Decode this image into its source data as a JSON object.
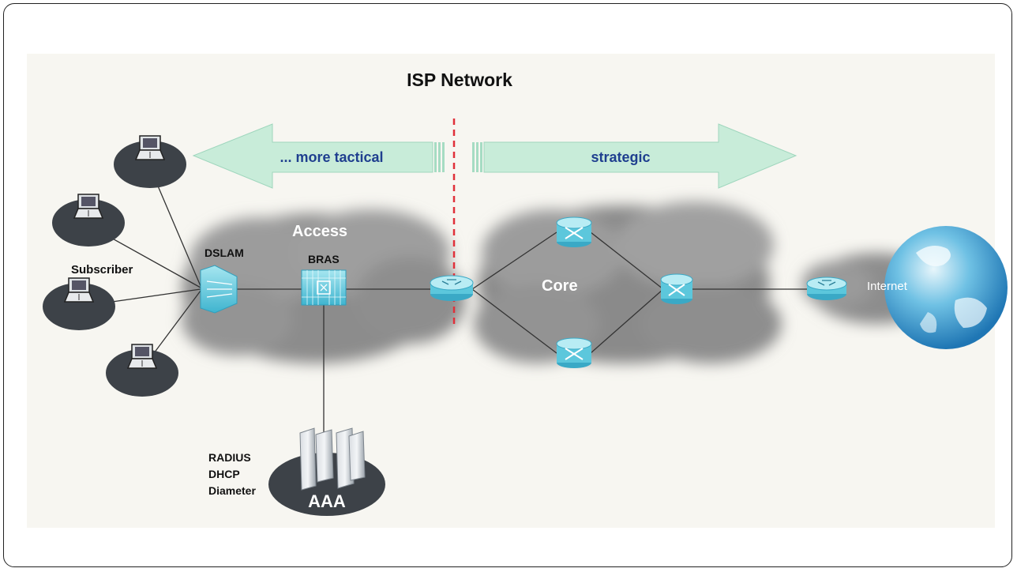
{
  "title": "ISP Network",
  "arrows": {
    "left_label": "... more tactical",
    "right_label": "strategic"
  },
  "clouds": {
    "access_label": "Access",
    "core_label": "Core"
  },
  "devices": {
    "dslam_label": "DSLAM",
    "bras_label": "BRAS",
    "subscriber_label": "Subscriber",
    "internet_label": "Internet",
    "aaa_label": "AAA",
    "aaa_protocols": [
      "RADIUS",
      "DHCP",
      "Diameter"
    ]
  },
  "colors": {
    "arrow_fill": "#c8ecd9",
    "arrow_text": "#1f3f8f",
    "device_cyan": "#5cc7dc",
    "divider_red": "#e0303a",
    "cloud_gray": "#6e6e6e"
  }
}
